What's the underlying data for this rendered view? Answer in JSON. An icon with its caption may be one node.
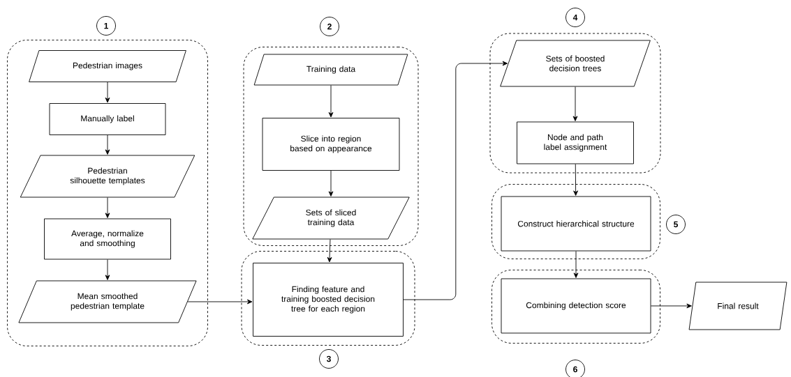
{
  "diagram": {
    "nodes": [
      {
        "text": [
          "1"
        ]
      },
      {
        "text": [
          "Pedestrian images"
        ],
        "in": 0
      },
      {
        "text": [
          "Manually label"
        ],
        "in": 0
      },
      {
        "text": [
          "Pedestrian silhouette templates"
        ],
        "in": 0
      },
      {
        "text": [
          "Average, normalize and smoothing"
        ],
        "in": 0
      },
      {
        "text": [
          "Mean smoothed pedestrian template"
        ],
        "in": 0
      },
      {
        "text": [
          "2"
        ]
      },
      {
        "text": [
          "Training data"
        ],
        "in": 6
      },
      {
        "text": [
          "Slice into region based on appearance"
        ],
        "in": 6
      },
      {
        "text": [
          "Sets of sliced training data"
        ],
        "in": 6
      },
      {
        "text": [
          "3"
        ]
      },
      {
        "text": [
          "Finding feature and training boosted decision tree for each region"
        ],
        "in": 10
      },
      {
        "text": [
          "4"
        ]
      },
      {
        "text": [
          "Sets of boosted decision trees"
        ],
        "in": 12
      },
      {
        "text": [
          "Node and path label assignment"
        ],
        "in": 12
      },
      {
        "text": [
          "5"
        ]
      },
      {
        "text": [
          "Construct hierarchical structure"
        ],
        "in": 15
      },
      {
        "text": [
          "6"
        ]
      },
      {
        "text": [
          "Combining detection score"
        ],
        "in": 17
      },
      {
        "text": [
          "Final result"
        ]
      }
    ],
    "edges": [
      {
        "from": 1,
        "to": 2,
        "arrow": "to"
      },
      {
        "from": 2,
        "to": 3,
        "arrow": "to"
      },
      {
        "from": 3,
        "to": 4,
        "arrow": "to"
      },
      {
        "from": 4,
        "to": 5,
        "arrow": "to"
      },
      {
        "from": 7,
        "to": 8,
        "arrow": "to"
      },
      {
        "from": 8,
        "to": 9,
        "arrow": "to"
      },
      {
        "from": 9,
        "to": 11,
        "arrow": "to"
      },
      {
        "from": 5,
        "to": 11,
        "arrow": "to"
      },
      {
        "from": 11,
        "to": 13,
        "arrow": "to"
      },
      {
        "from": 13,
        "to": 14,
        "arrow": "to"
      },
      {
        "from": 14,
        "to": 16,
        "arrow": "to"
      },
      {
        "from": 16,
        "to": 18,
        "arrow": "to"
      },
      {
        "from": 18,
        "to": 19,
        "arrow": "to"
      }
    ]
  }
}
